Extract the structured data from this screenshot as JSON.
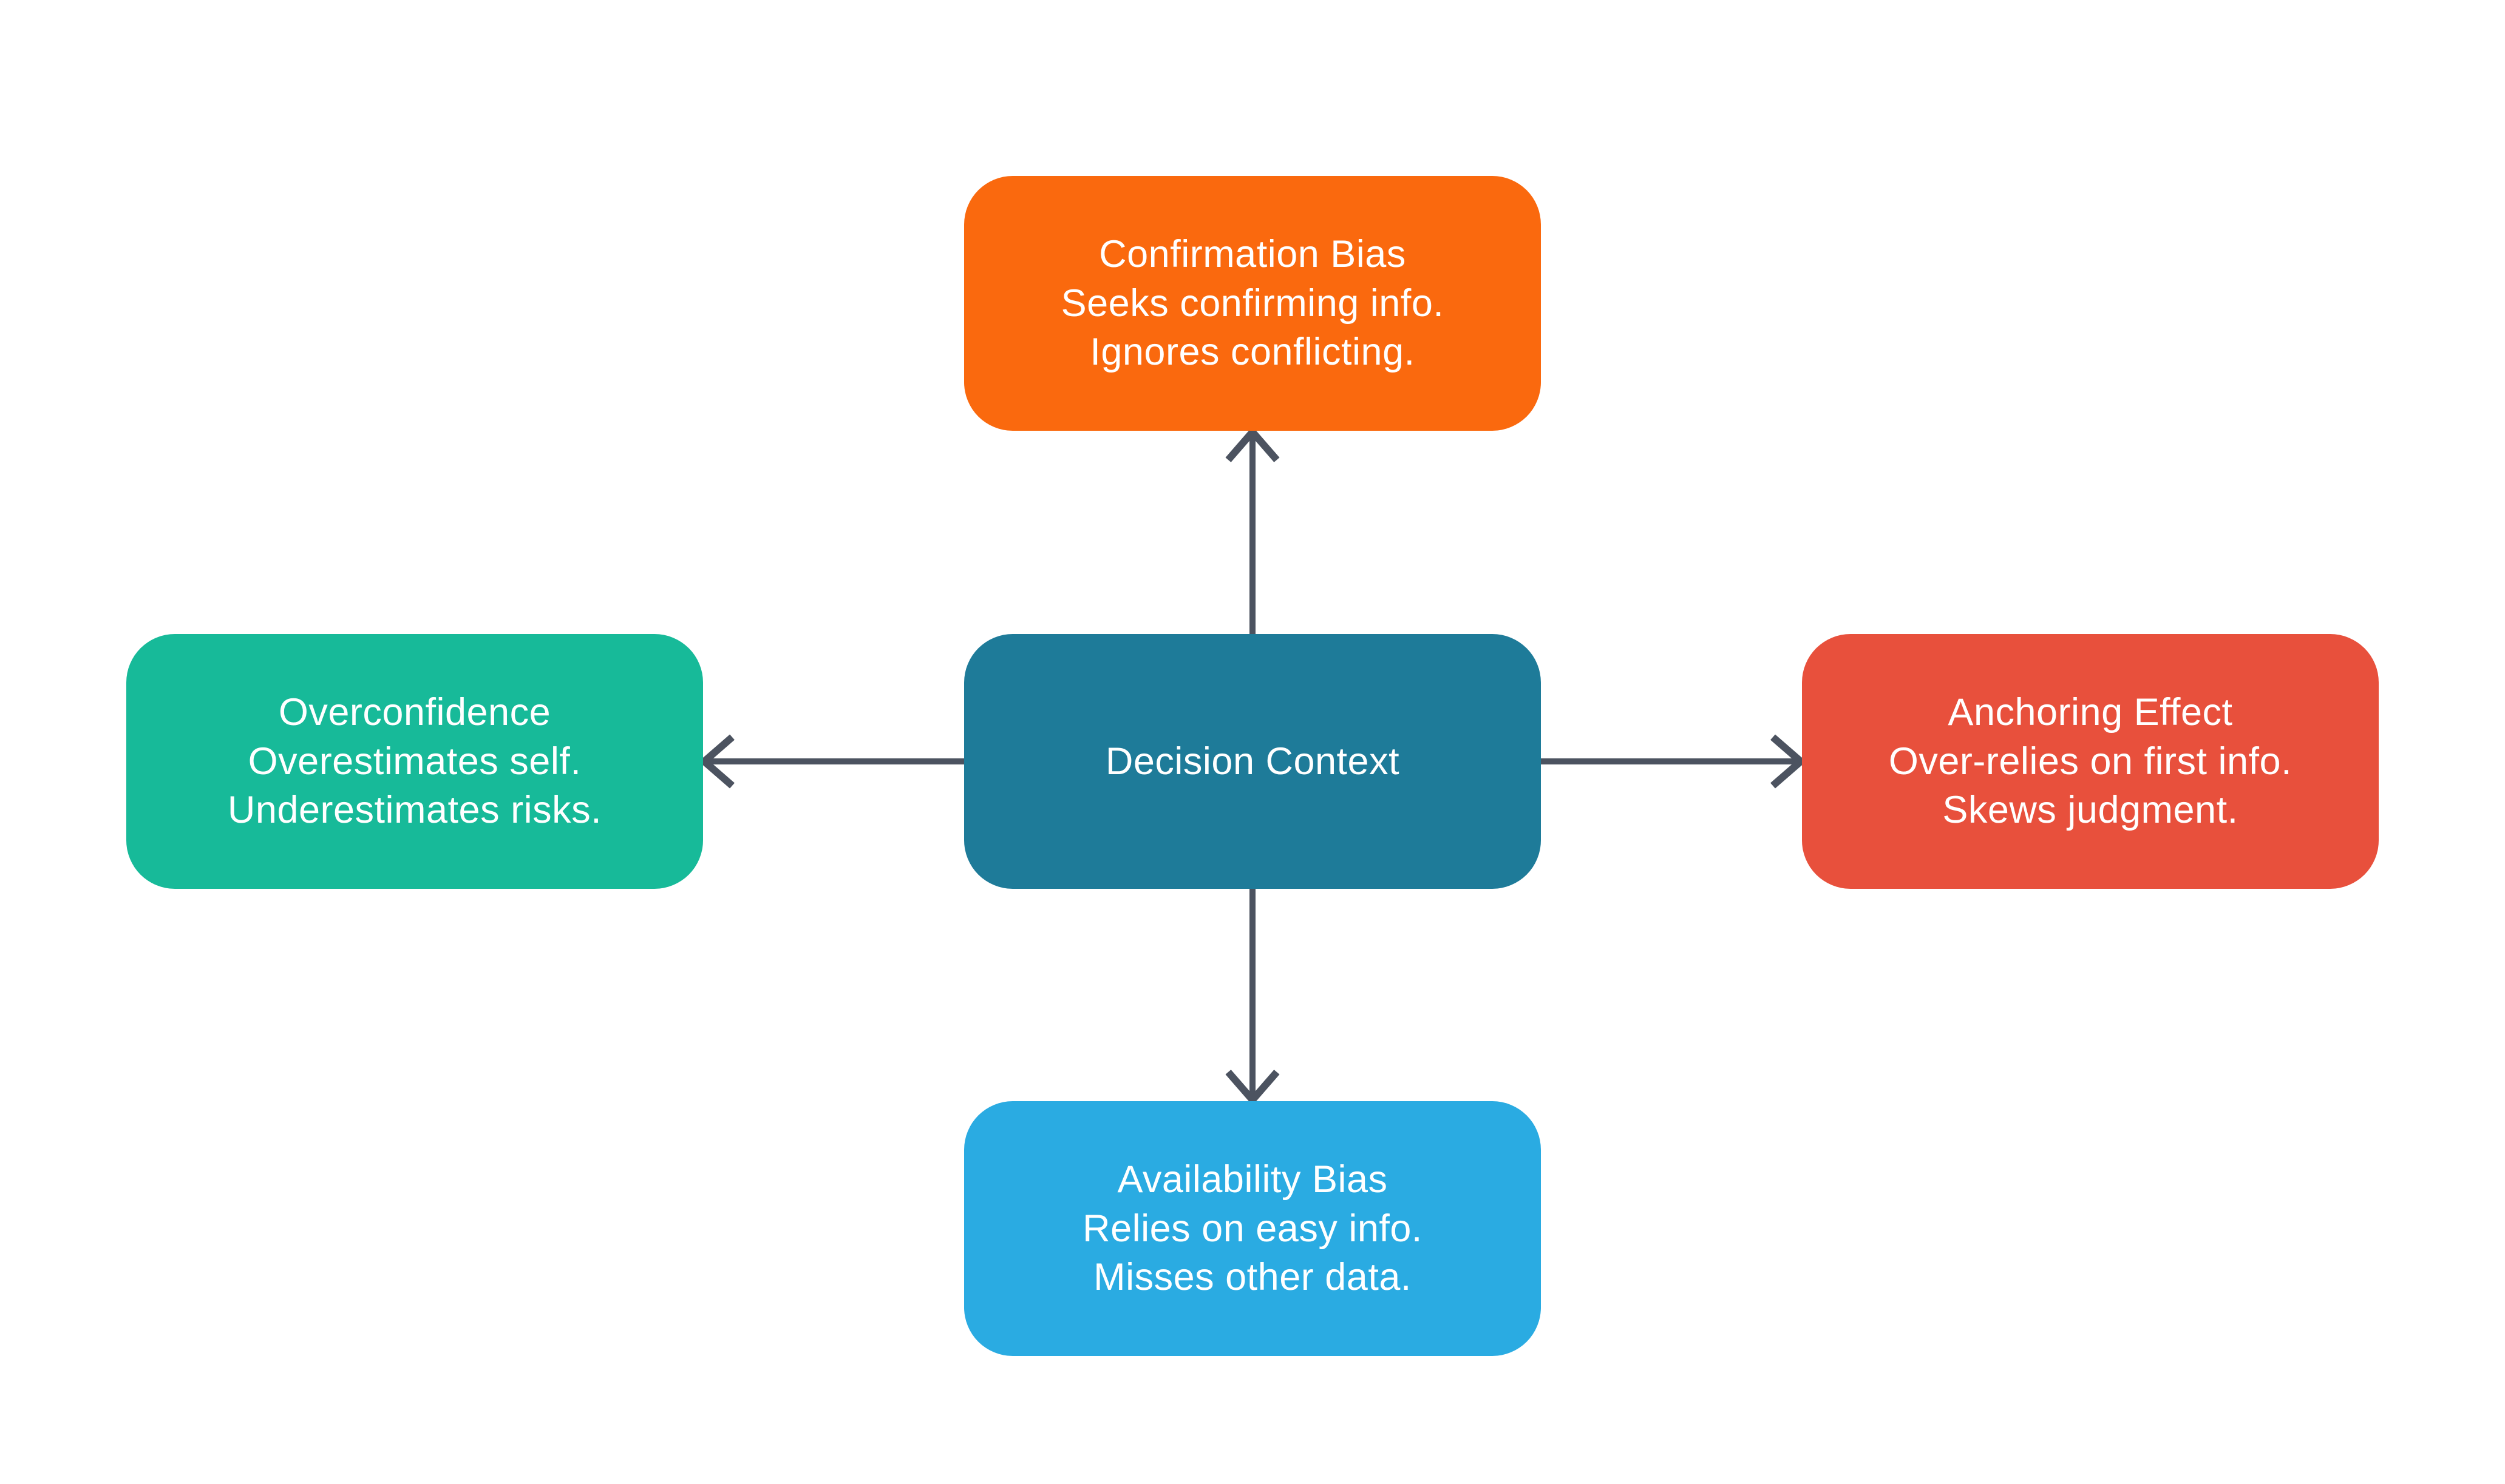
{
  "background": "#FFFFFF",
  "text_color": "#FFFFFF",
  "arrow_color": "#4C5360",
  "center": {
    "label": "Decision Context",
    "color": "#1E7B99"
  },
  "nodes": {
    "top": {
      "title": "Confirmation Bias",
      "line1": "Seeks confirming info.",
      "line2": "Ignores conflicting.",
      "color": "#FA690E"
    },
    "left": {
      "title": "Overconfidence",
      "line1": "Overestimates self.",
      "line2": "Underestimates risks.",
      "color": "#17BA99"
    },
    "right": {
      "title": "Anchoring Effect",
      "line1": "Over-relies on first info.",
      "line2": "Skews judgment.",
      "color": "#E8503C"
    },
    "bottom": {
      "title": "Availability Bias",
      "line1": "Relies on easy info.",
      "line2": "Misses other data.",
      "color": "#2AABE2"
    }
  }
}
